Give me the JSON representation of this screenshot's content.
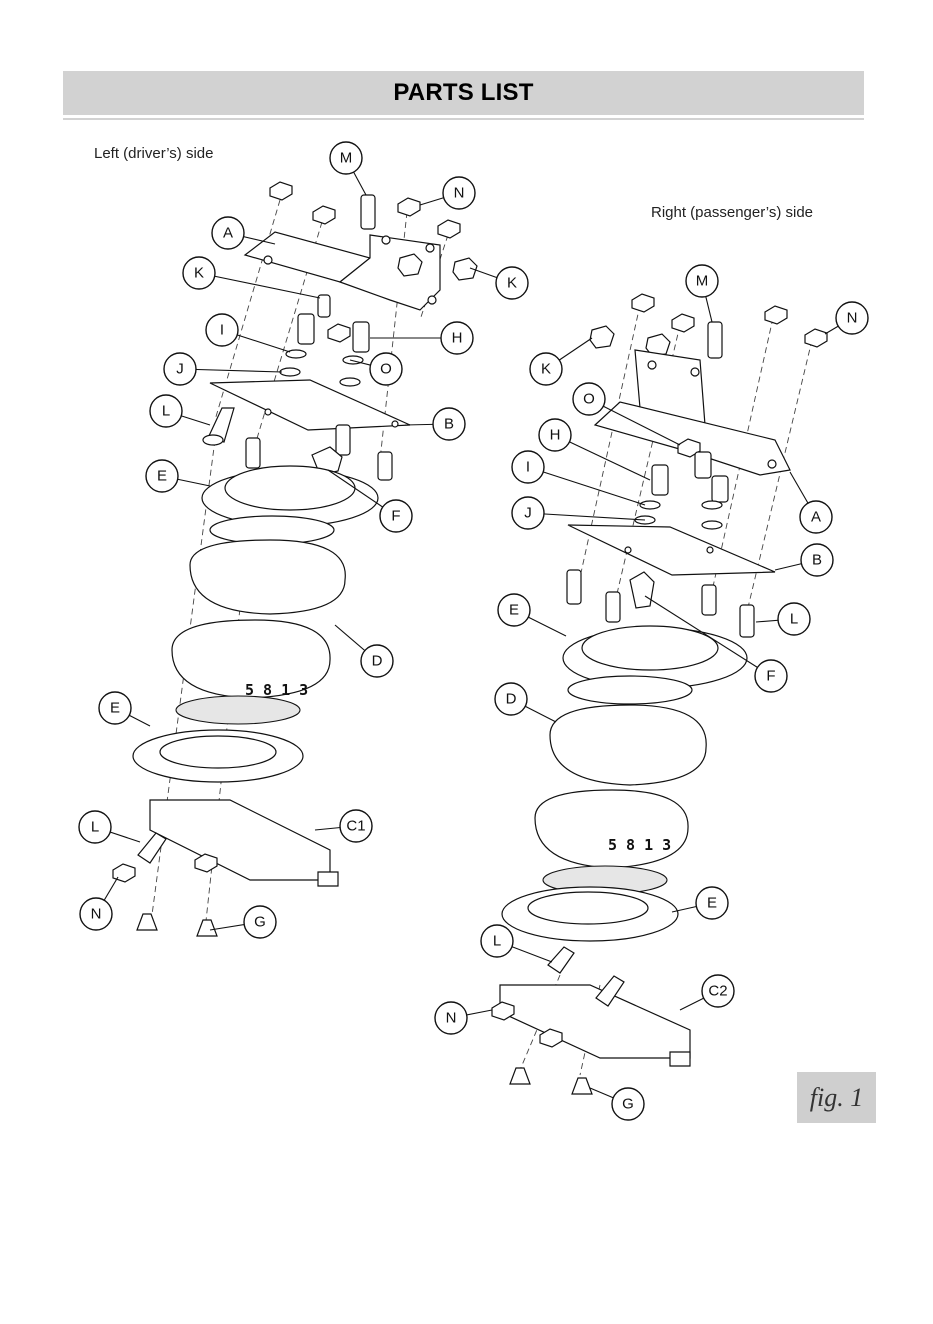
{
  "header": {
    "title": "PARTS LIST"
  },
  "labels": {
    "left_side": "Left (driver’s) side",
    "right_side": "Right (passenger’s) side"
  },
  "figure": {
    "label": "fig. 1"
  },
  "bellows_code": "5 8 1 3",
  "callouts_left": [
    "M",
    "N",
    "A",
    "K",
    "K",
    "I",
    "H",
    "J",
    "O",
    "L",
    "B",
    "E",
    "F",
    "D",
    "E",
    "L",
    "C1",
    "N",
    "G"
  ],
  "callouts_right": [
    "M",
    "N",
    "K",
    "O",
    "H",
    "I",
    "J",
    "A",
    "B",
    "E",
    "L",
    "F",
    "D",
    "E",
    "L",
    "C2",
    "N",
    "G"
  ]
}
